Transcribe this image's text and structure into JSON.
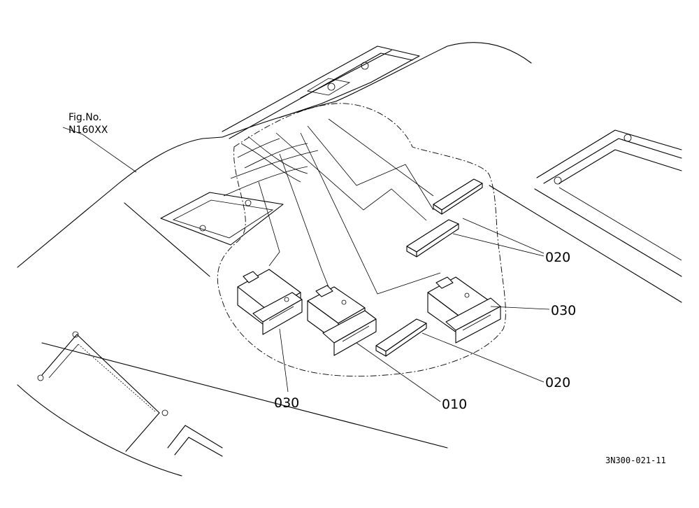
{
  "figure": {
    "fig_label_line1": "Fig.No.",
    "fig_label_line2": "N160XX",
    "drawing_ref": "3N300-021-11"
  },
  "callouts": [
    {
      "id": "020-upper",
      "text": "020"
    },
    {
      "id": "030-right",
      "text": "030"
    },
    {
      "id": "020-lower",
      "text": "020"
    },
    {
      "id": "010",
      "text": "010"
    },
    {
      "id": "030-left",
      "text": "030"
    }
  ],
  "colors": {
    "ink": "#000000",
    "paper": "#ffffff"
  }
}
